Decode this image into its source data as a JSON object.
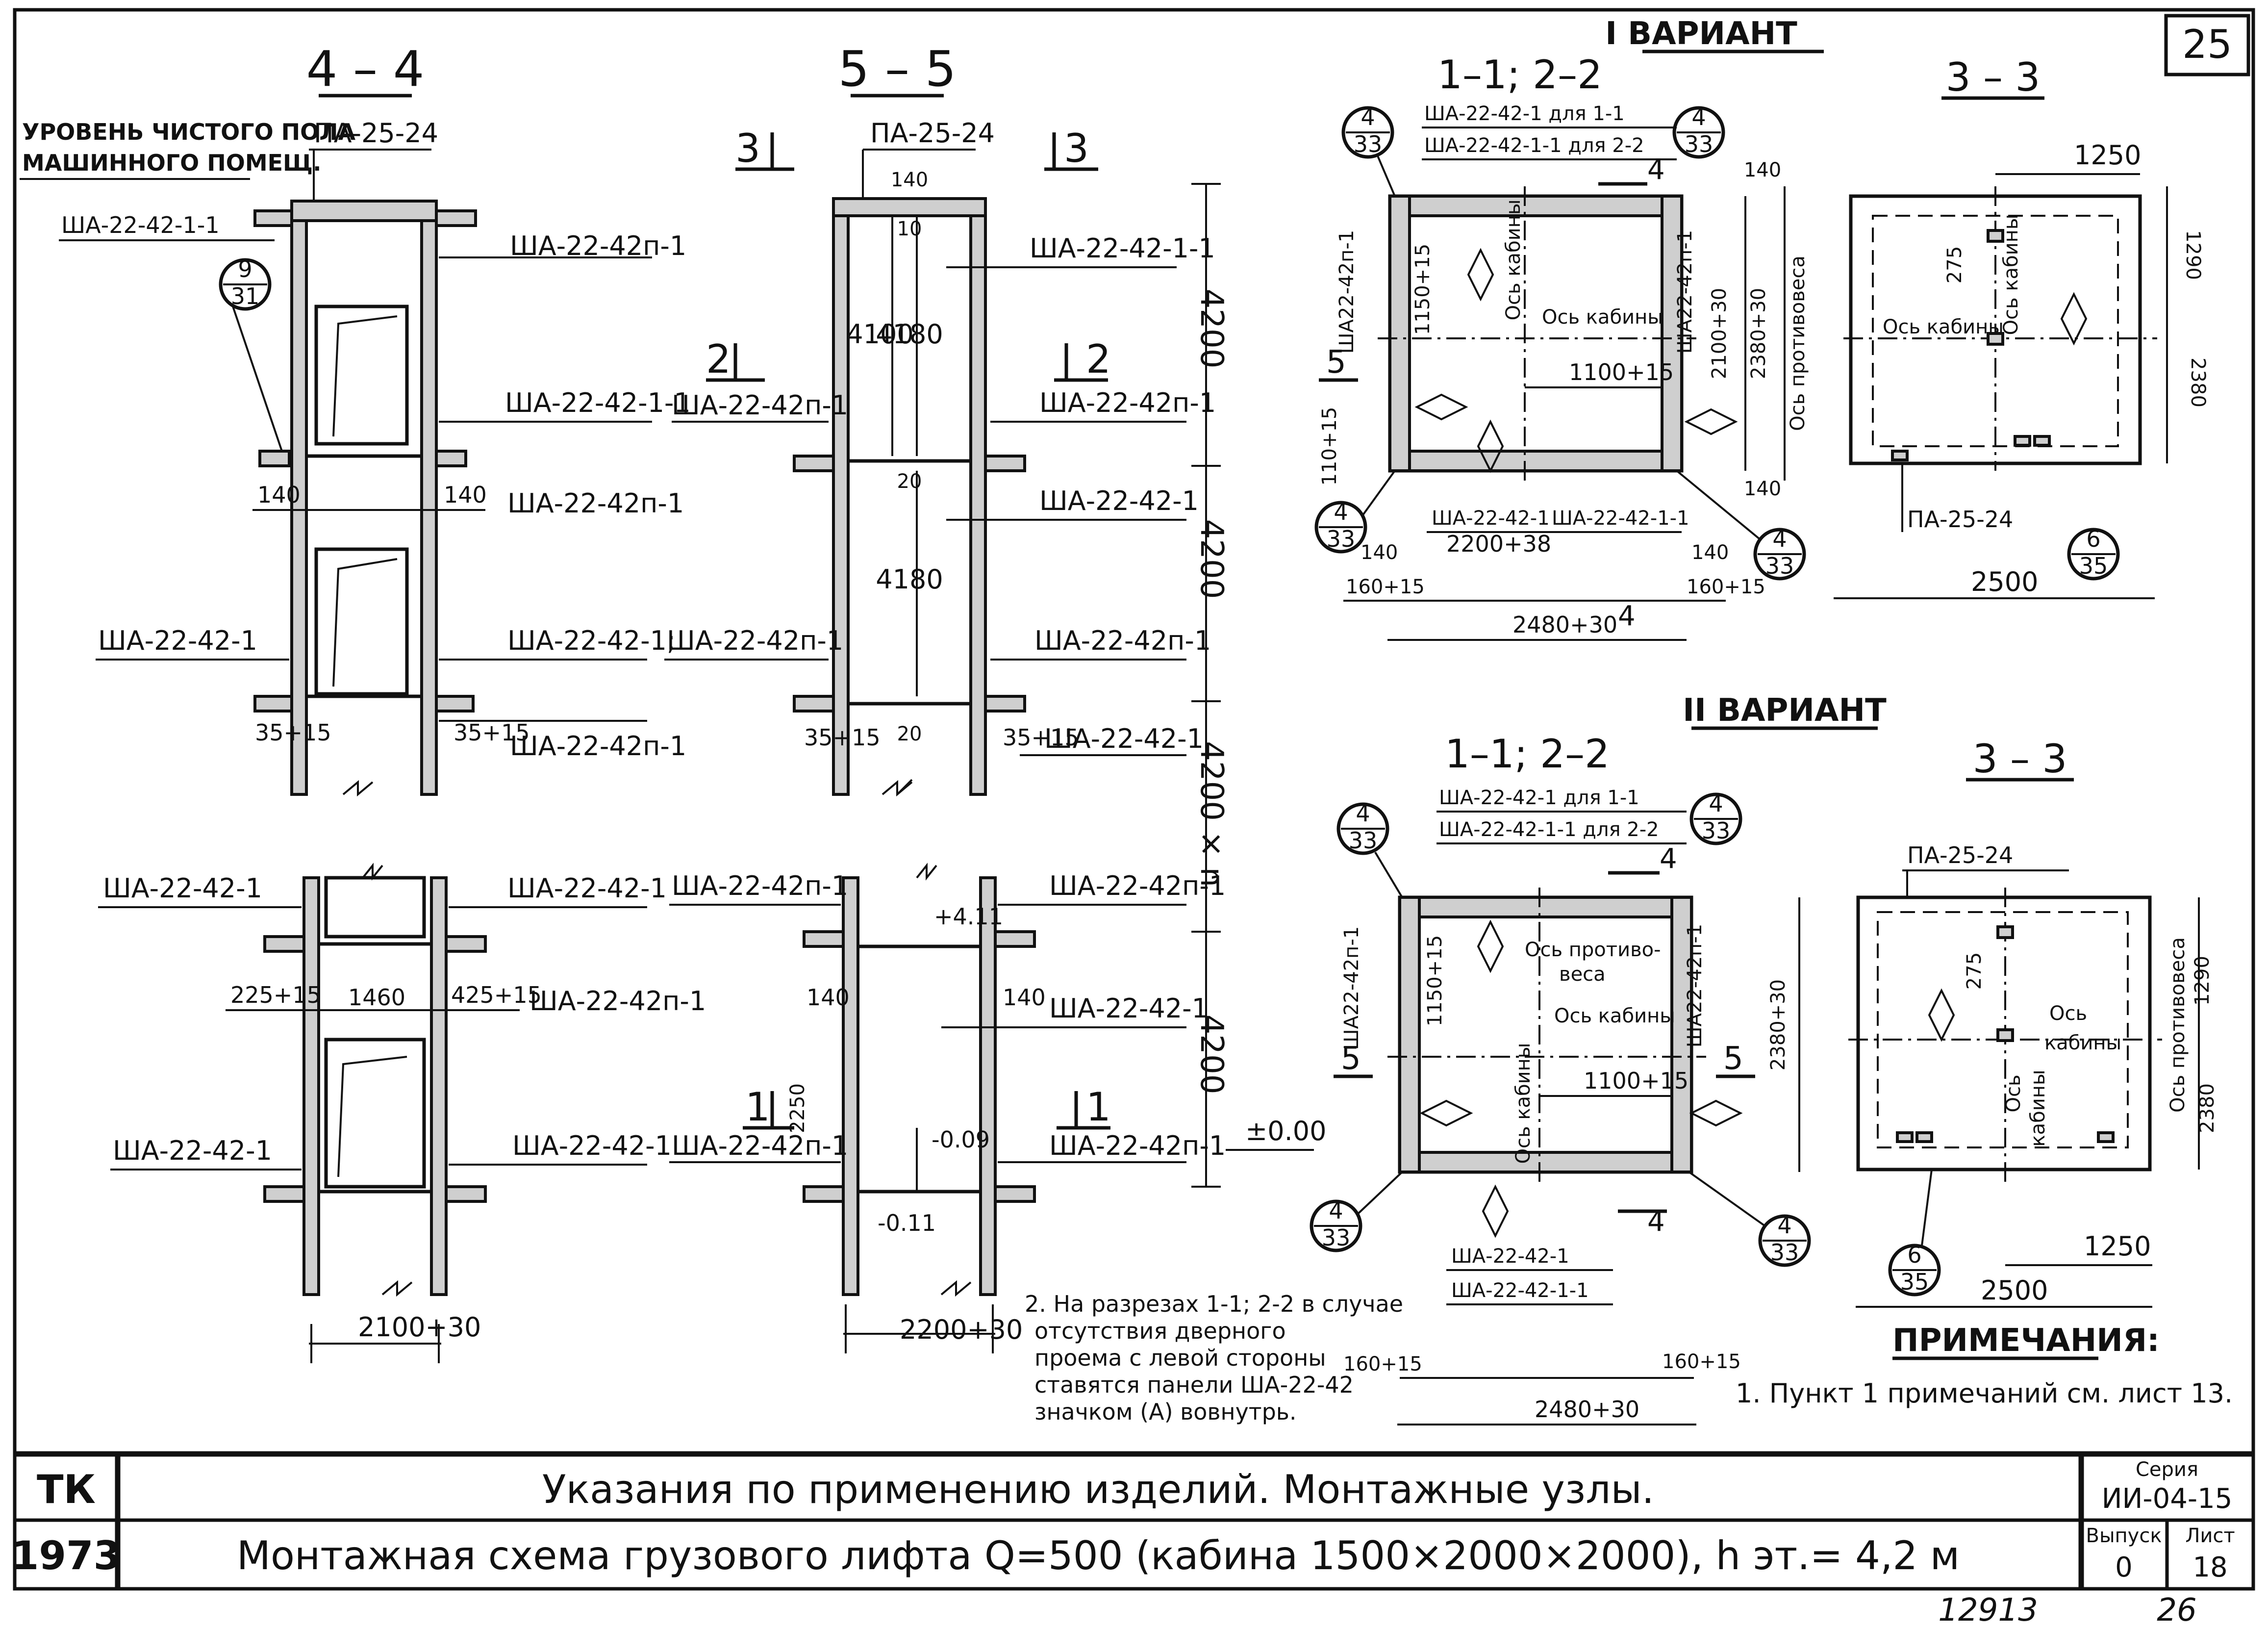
{
  "sheet": {
    "number": "25",
    "footer_left": "12913",
    "footer_right": "26"
  },
  "variants": {
    "v1": "I ВАРИАНТ",
    "v2": "II ВАРИАНТ"
  },
  "sections": {
    "s44": "4 – 4",
    "s55": "5 – 5",
    "s1122_a": "1–1; 2–2",
    "s33_a": "3 – 3",
    "s1122_b": "1–1; 2–2",
    "s33_b": "3 – 3"
  },
  "section_marks": {
    "m3": "3",
    "m2": "2",
    "m1": "1",
    "m4": "4",
    "m5": "5"
  },
  "callouts": [
    {
      "top": "9",
      "bottom": "31"
    },
    {
      "top": "4",
      "bottom": "33"
    },
    {
      "top": "6",
      "bottom": "35"
    }
  ],
  "labels": {
    "floor_level_1": "УРОВЕНЬ ЧИСТОГО ПОЛА",
    "floor_level_2": "МАШИННОГО ПОМЕЩ.",
    "pa_25_24": "ПА-25-24",
    "sha_22_42_1_1": "ША-22-42-1-1",
    "sha_22_42p_1": "ША-22-42п-1",
    "sha_22_42_1": "ША-22-42-1",
    "sha_22_42_1_semi": "ША-22-42-1;",
    "sha_for_11": "ША-22-42-1 для 1-1",
    "sha_for_22": "ША-22-42-1-1 для 2-2",
    "sha_22_42p_1_v": "ША22-42п-1",
    "sha_22_42_1_v": "ША-22-42-1",
    "cabin_axis": "Ось кабины",
    "counterweight_axis": "Ось противовеса",
    "counterweight_axis_2a": "Ось противо-",
    "counterweight_axis_2b": "веса",
    "cabin_axis_v2a": "Ось",
    "cabin_axis_v2b": "кабины",
    "plus_zero": "±0.00",
    "minus_009": "-0.09",
    "minus_011": "-0.11",
    "plus_411": "+4.11"
  },
  "dims": {
    "d4200": "4200",
    "d4200n": "4200 × n",
    "d4100": "4100",
    "d4180": "4180",
    "d10": "10",
    "d20": "20",
    "d140": "140",
    "d35_15": "35+15",
    "d225": "225+15",
    "d425": "425+15",
    "d1460": "1460",
    "d2100_30": "2100+30",
    "d2200_30": "2200+30",
    "d2250": "2250",
    "d1250": "1250",
    "d1290": "1290",
    "d2380": "2380",
    "d2380_30": "2380+30",
    "d275": "275",
    "d2500": "2500",
    "d1150_15": "1150+15",
    "d1100_15": "1100+15",
    "d110_15": "110+15",
    "d2200_38": "2200+38",
    "d160_15": "160+15",
    "d2480_30": "2480+30",
    "d2100_30v": "2100+30",
    "d1250b": "1250",
    "d1290b": "1290"
  },
  "notes": {
    "note2_l1": "2. На разрезах 1-1; 2-2 в случае",
    "note2_l2": "отсутствия дверного",
    "note2_l3": "проема с левой стороны",
    "note2_l4": "ставятся панели ША-22-42",
    "note2_l5": "значком (А) вовнутрь.",
    "title": "ПРИМЕЧАНИЯ:",
    "note1": "1. Пункт 1 примечаний см. лист 13."
  },
  "title_block": {
    "tk": "ТК",
    "year": "1973",
    "line1": "Указания по применению изделий. Монтажные узлы.",
    "line2": "Монтажная схема грузового лифта Q=500 (кабина 1500×2000×2000), h эт.= 4,2 м",
    "seria_label": "Серия",
    "seria_value": "ИИ-04-15",
    "vypusk_label": "Выпуск",
    "vypusk_value": "0",
    "list_label": "Лист",
    "list_value": "18"
  },
  "colors": {
    "ink": "#111111",
    "hatch": "#cfcfcf",
    "paper": "#ffffff"
  }
}
